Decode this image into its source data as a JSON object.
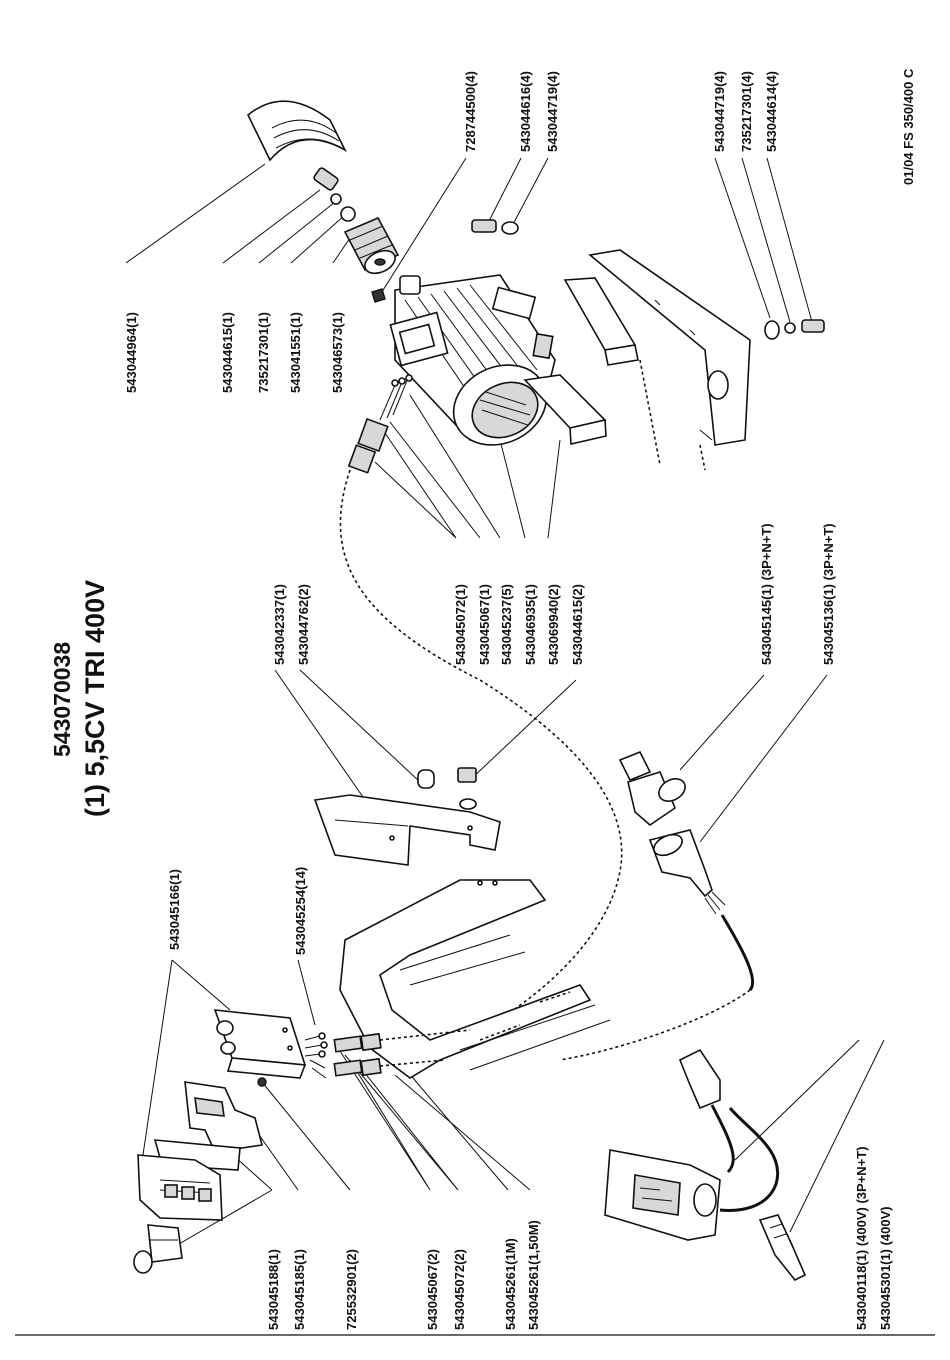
{
  "header": {
    "code": "543070038",
    "title": "(1) 5,5CV TRI 400V",
    "reference": "01/04 FS 350/400 C"
  },
  "labels": [
    {
      "id": "l01",
      "text": "543044964(1)"
    },
    {
      "id": "l02",
      "text": "543044615(1)"
    },
    {
      "id": "l03",
      "text": "735217301(1)"
    },
    {
      "id": "l04",
      "text": "543041551(1)"
    },
    {
      "id": "l05",
      "text": "543046573(1)"
    },
    {
      "id": "l06",
      "text": "728744500(4)"
    },
    {
      "id": "l07",
      "text": "543044616(4)"
    },
    {
      "id": "l08",
      "text": "543044719(4)"
    },
    {
      "id": "l09",
      "text": "543044719(4)"
    },
    {
      "id": "l10",
      "text": "735217301(4)"
    },
    {
      "id": "l11",
      "text": "543044614(4)"
    },
    {
      "id": "l12",
      "text": "543045072(1)"
    },
    {
      "id": "l13",
      "text": "543045067(1)"
    },
    {
      "id": "l14",
      "text": "543045237(5)"
    },
    {
      "id": "l15",
      "text": "543046935(1)"
    },
    {
      "id": "l16",
      "text": "543069940(2)"
    },
    {
      "id": "l17",
      "text": "543044615(2)"
    },
    {
      "id": "l18",
      "text": "543042337(1)"
    },
    {
      "id": "l19",
      "text": "543044762(2)"
    },
    {
      "id": "l20",
      "text": "543045145(1) (3P+N+T)"
    },
    {
      "id": "l21",
      "text": "543045136(1) (3P+N+T)"
    },
    {
      "id": "l22",
      "text": "543045166(1)"
    },
    {
      "id": "l23",
      "text": "543045254(14)"
    },
    {
      "id": "l24",
      "text": "543045188(1)"
    },
    {
      "id": "l25",
      "text": "543045185(1)"
    },
    {
      "id": "l26",
      "text": "725532901(2)"
    },
    {
      "id": "l27",
      "text": "543045067(2)"
    },
    {
      "id": "l28",
      "text": "543045072(2)"
    },
    {
      "id": "l29",
      "text": "543045261(1M)"
    },
    {
      "id": "l30",
      "text": "543045261(1,50M)"
    },
    {
      "id": "l31",
      "text": "543040118(1) (400V) (3P+N+T)"
    },
    {
      "id": "l32",
      "text": "543045301(1) (400V)"
    }
  ]
}
